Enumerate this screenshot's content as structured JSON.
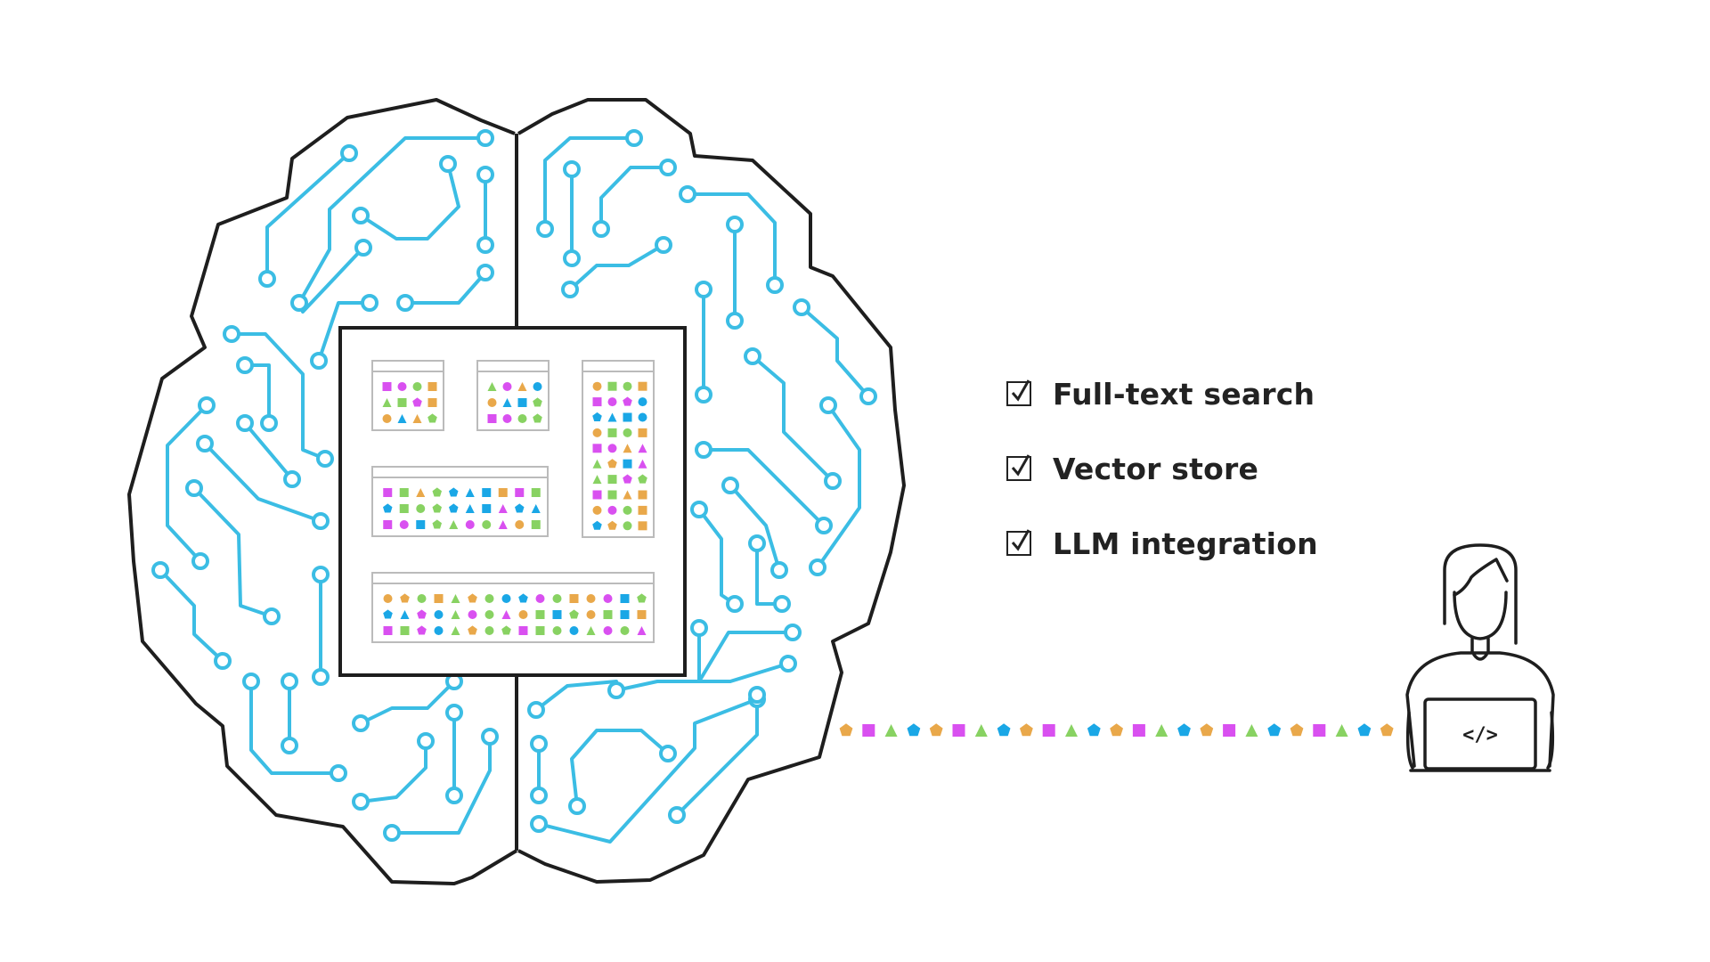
{
  "features": [
    {
      "label": "Full-text search",
      "checked": true,
      "icon": "checkmark-icon"
    },
    {
      "label": "Vector store",
      "checked": true,
      "icon": "checkmark-icon"
    },
    {
      "label": "LLM integration",
      "checked": true,
      "icon": "checkmark-icon"
    }
  ],
  "laptop": {
    "label": "</>"
  },
  "colors": {
    "circuit": "#3bbde4",
    "outline": "#1e1e1e",
    "orange": "#e9a84a",
    "magenta": "#d950f0",
    "green": "#88d262",
    "blue": "#1aa7e6",
    "table_border": "#bbbbbb"
  },
  "icons": [
    "brain-outline",
    "circuit-traces",
    "database-tables",
    "data-stream",
    "developer-with-laptop",
    "checkmark-icon"
  ]
}
